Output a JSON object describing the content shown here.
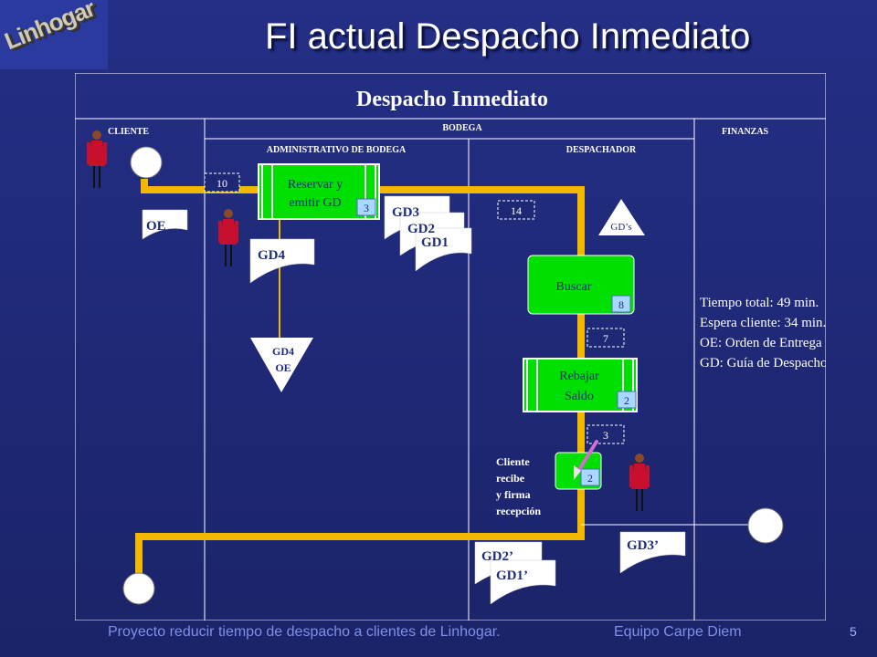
{
  "logo": {
    "text": "Linhogar"
  },
  "slide": {
    "title": "FI actual Despacho Inmediato",
    "footer_project": "Proyecto reducir tiempo de despacho a clientes de Linhogar.",
    "footer_team": "Equipo Carpe Diem",
    "page_number": "5"
  },
  "diagram": {
    "title": "Despacho Inmediato",
    "lanes": {
      "cliente": "CLIENTE",
      "bodega": "BODEGA",
      "finanzas": "FINANZAS",
      "administrativo": "ADMINISTRATIVO  DE BODEGA",
      "despachador": "DESPACHADOR"
    },
    "processes": {
      "reservar": {
        "line1": "Reservar y",
        "line2": "emitir GD",
        "time": "3"
      },
      "buscar": {
        "label": "Buscar",
        "time": "8"
      },
      "rebajar": {
        "line1": "Rebajar",
        "line2": "Saldo",
        "time": "2"
      },
      "recibe": {
        "time": "2"
      }
    },
    "waits": {
      "w10": "10",
      "w14": "14",
      "w7": "7",
      "w3": "3"
    },
    "documents": {
      "oe": "OE",
      "gd4": "GD4",
      "gd3": "GD3",
      "gd2": "GD2",
      "gd1": "GD1",
      "gd2p": "GD2’",
      "gd1p": "GD1’",
      "gd3p": "GD3’"
    },
    "archives": {
      "gd4oe_line1": "GD4",
      "gd4oe_line2": "OE",
      "gds": "GD’s"
    },
    "cliente_note": [
      "Cliente",
      "recibe",
      "y firma",
      "recepción"
    ],
    "summary": [
      "Tiempo total: 49 min.",
      "Espera cliente: 34 min.",
      "OE: Orden de Entrega",
      "GD: Guía de Despacho"
    ],
    "colors": {
      "flow": "#f2b800",
      "process": "#00e000",
      "doc": "#ffffff",
      "lane_line": "#ffffff",
      "text_dark_blue": "#1e2d7c"
    }
  }
}
